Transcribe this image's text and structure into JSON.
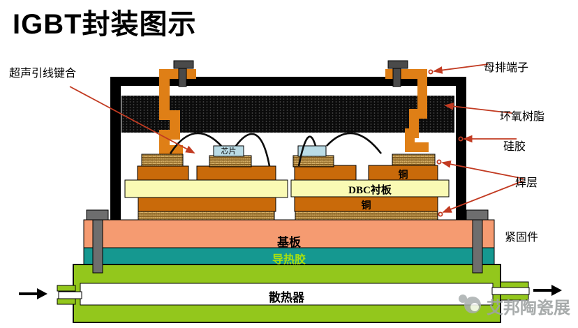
{
  "title": "IGBT封装图示",
  "callouts": {
    "wire_bond": "超声引线键合",
    "busbar_terminal": "母排端子",
    "epoxy": "环氧树脂",
    "silicone": "硅胶",
    "solder_layer": "焊层",
    "fastener": "紧固件"
  },
  "layers": {
    "chip": "芯片",
    "copper_top": "铜",
    "dbc_substrate": "DBC衬板",
    "copper_bottom": "铜",
    "baseplate": "基板",
    "thermal_adhesive": "导热胶",
    "heatsink": "散热器"
  },
  "watermark": "艾邦陶瓷展",
  "colors": {
    "busbar": "#DF7F16",
    "copper": "#C96A0A",
    "solder_base": "#D8B269",
    "chip": "#BADCE6",
    "dbc": "#FAFAB4",
    "baseplate": "#F59B71",
    "thermal_adhesive": "#159890",
    "heatsink": "#93C71C",
    "thermal_adhesive_label": "#A8E00F",
    "leader_line": "#C23B22",
    "frame": "#000000",
    "screw": "#4A4A4A",
    "bolt": "#6E6E6E",
    "watermark": "#9EA3A3"
  }
}
